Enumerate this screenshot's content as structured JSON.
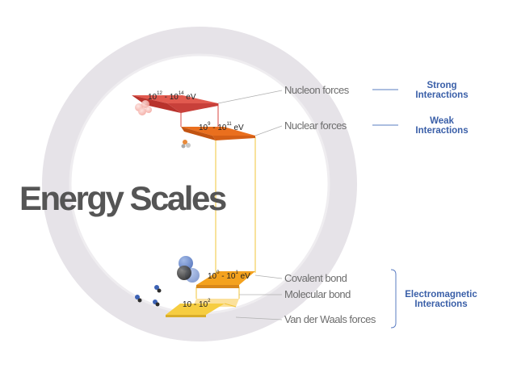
{
  "title": "Energy Scales",
  "levels": [
    {
      "id": "nucleon",
      "range": {
        "base1": "10",
        "exp1": "12",
        "sep": " - ",
        "base2": "10",
        "exp2": "14",
        "unit": " eV"
      },
      "label": "Nucleon forces",
      "color": "#d9453f"
    },
    {
      "id": "nuclear",
      "range": {
        "base1": "10",
        "exp1": "9",
        "sep": " - ",
        "base2": "10",
        "exp2": "11",
        "unit": " eV"
      },
      "label": "Nuclear forces",
      "color": "#e8701e"
    },
    {
      "id": "covalent",
      "range": {
        "base1": "10",
        "exp1": "0",
        "sep": " - ",
        "base2": "10",
        "exp2": "1",
        "unit": " eV"
      },
      "label": "Covalent bond",
      "color": "#f3a21c"
    },
    {
      "id": "molecular",
      "range": null,
      "label": "Molecular bond",
      "color": "#f6b52a"
    },
    {
      "id": "vanderwaals",
      "range": {
        "base1": "10",
        "exp1": "",
        "sep": " - ",
        "base2": "10",
        "exp2": "2",
        "unit": ""
      },
      "label": "Van der Waals forces",
      "color": "#f5cb3c"
    }
  ],
  "groups": {
    "strong": "Strong\nInteractions",
    "weak": "Weak\nInteractions",
    "electromagnetic": "Electromagnetic\nInteractions"
  },
  "colors": {
    "title": "#555555",
    "label": "#6d6d6d",
    "group": "#3a5fa8",
    "ring": "#e6e3e8",
    "connector": "#f2c438"
  }
}
